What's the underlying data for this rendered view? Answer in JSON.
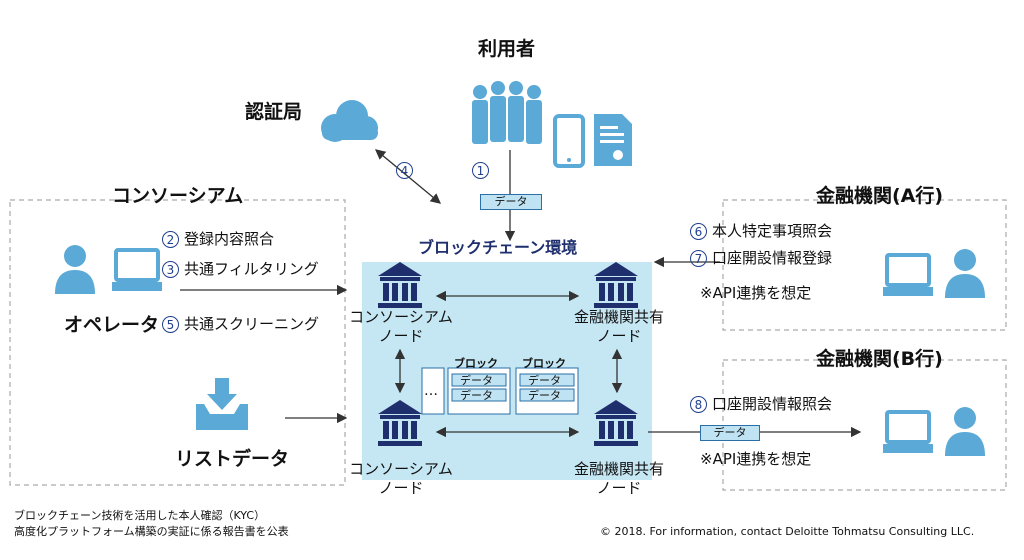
{
  "users": {
    "label": "利用者",
    "data_tag": "データ",
    "step1": "1"
  },
  "ca": {
    "label": "認証局",
    "step4": "4"
  },
  "consortium": {
    "title": "コンソーシアム",
    "items": [
      {
        "num": "2",
        "text": "登録内容照合"
      },
      {
        "num": "3",
        "text": "共通フィルタリング"
      },
      {
        "num": "5",
        "text": "共通スクリーニング"
      }
    ],
    "operator_label": "オペレータ",
    "list_label": "リストデータ"
  },
  "blockchain": {
    "title": "ブロックチェーン環境",
    "node_consortium_top": "コンソーシアム",
    "node_consortium_sub": "ノード",
    "node_bank_top": "金融機関共有",
    "node_bank_sub": "ノード",
    "blocks": [
      {
        "label": "ブロック",
        "rows": [
          "データ",
          "データ"
        ]
      },
      {
        "label": "ブロック",
        "rows": [
          "データ",
          "データ"
        ]
      }
    ],
    "ellipsis": "…"
  },
  "bank_a": {
    "title": "金融機関(A行)",
    "items": [
      {
        "num": "6",
        "text": "本人特定事項照会"
      },
      {
        "num": "7",
        "text": "口座開設情報登録"
      }
    ],
    "note": "※API連携を想定"
  },
  "bank_b": {
    "title": "金融機関(B行)",
    "items": [
      {
        "num": "8",
        "text": "口座開設情報照会"
      }
    ],
    "data_tag": "データ",
    "note": "※API連携を想定"
  },
  "footer": {
    "line1": "ブロックチェーン技術を活用した本人確認（KYC）",
    "line2": "高度化プラットフォーム構築の実証に係る報告書を公表",
    "copyright": "© 2018. For information, contact Deloitte Tohmatsu Consulting LLC."
  },
  "colors": {
    "icon_blue": "#5aa9d6",
    "panel": "#c5e6f3",
    "navy": "#1f2f6e",
    "arrow": "#333333",
    "dash": "#aaaaaa"
  }
}
